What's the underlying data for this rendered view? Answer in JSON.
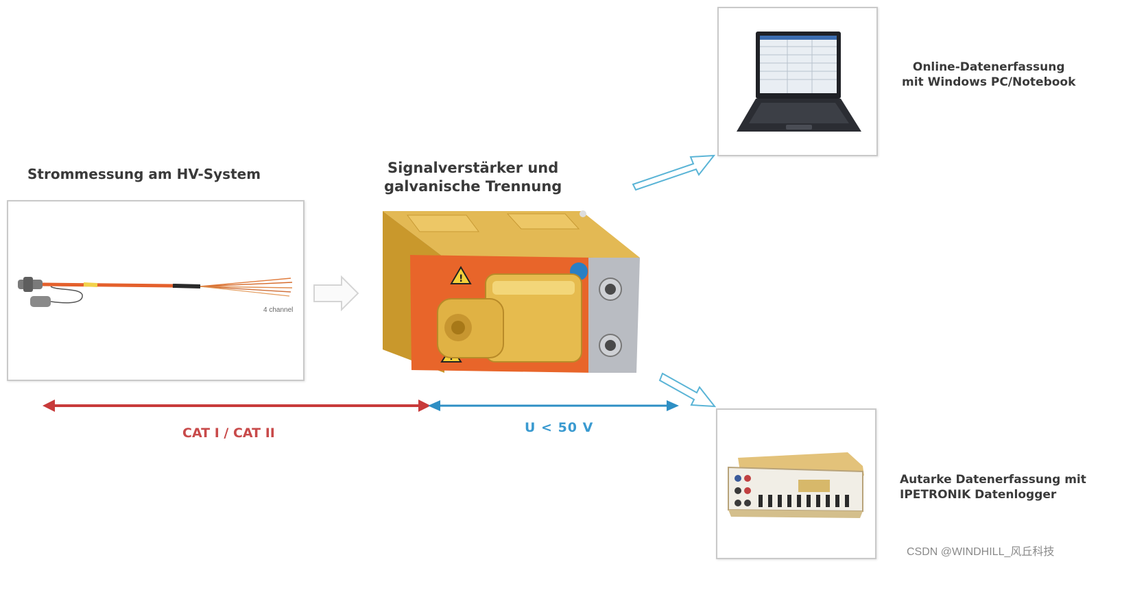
{
  "labels": {
    "current_measurement": "Strommessung am HV-System",
    "amplifier_title": "Signalverstärker und\ngalvanische Trennung",
    "online_acquisition": "Online-Datenerfassung\nmit Windows PC/Notebook",
    "autonomous_logging": "Autarke Datenerfassung mit\nIPETRONIK Datenlogger",
    "channel_note": "4 channel",
    "cat_range": "CAT I / CAT II",
    "voltage_range": "U < 50 V",
    "watermark": "CSDN @WINDHILL_风丘科技"
  },
  "colors": {
    "cat_arrow": "#c83a3a",
    "voltage_arrow": "#2e8fc4",
    "cat_text": "#c84a4a",
    "voltage_text": "#3a9ad0",
    "flow_arrow_outline": "#5ab4d6",
    "gold": "#d9a93a",
    "orange_panel": "#e5662a"
  }
}
